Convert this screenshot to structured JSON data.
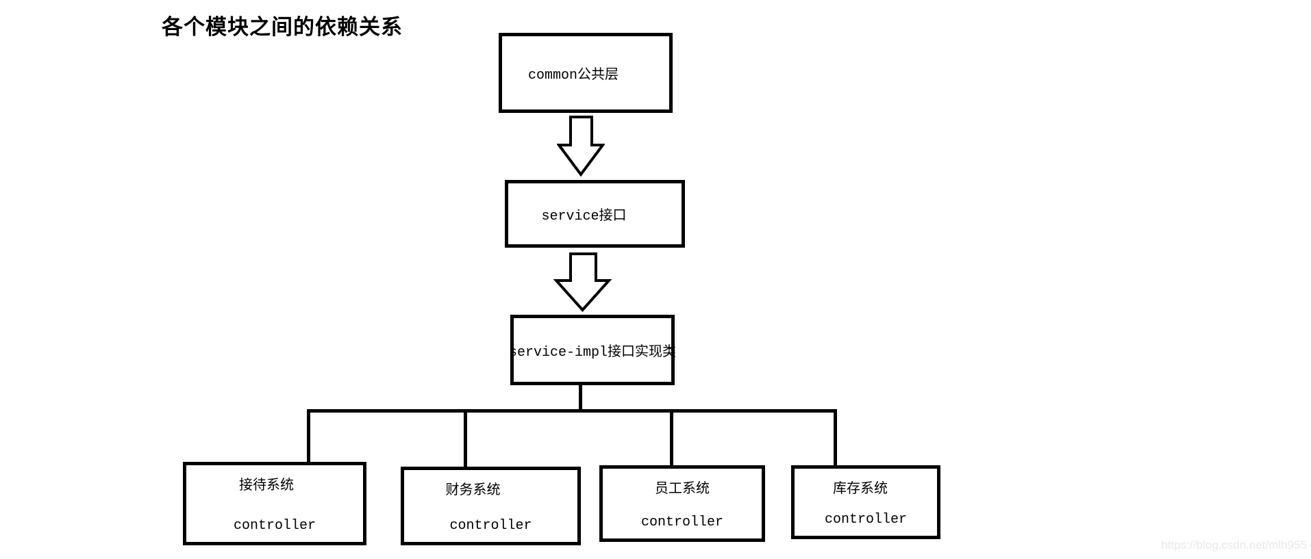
{
  "title": "各个模块之间的依赖关系",
  "diagram": {
    "type": "module-dependency-flowchart",
    "nodes": {
      "common": {
        "label": "common公共层"
      },
      "service": {
        "label": "service接口"
      },
      "service_impl": {
        "label": "service-impl接口实现类"
      },
      "reception": {
        "label": "接待系统",
        "sublabel": "controller"
      },
      "finance": {
        "label": "财务系统",
        "sublabel": "controller"
      },
      "employee": {
        "label": "员工系统",
        "sublabel": "controller"
      },
      "inventory": {
        "label": "库存系统",
        "sublabel": "controller"
      }
    },
    "edges": [
      {
        "from": "common",
        "to": "service",
        "style": "block-arrow-down"
      },
      {
        "from": "service",
        "to": "service_impl",
        "style": "block-arrow-down"
      },
      {
        "from": "service_impl",
        "to": "reception",
        "style": "elbow-line"
      },
      {
        "from": "service_impl",
        "to": "finance",
        "style": "elbow-line"
      },
      {
        "from": "service_impl",
        "to": "employee",
        "style": "elbow-line"
      },
      {
        "from": "service_impl",
        "to": "inventory",
        "style": "elbow-line"
      }
    ]
  },
  "watermark": {
    "text": "https://blog.csdn.net/mlh955"
  },
  "colors": {
    "line": "#000000",
    "background": "#ffffff",
    "watermark_text": "#e9e9ed"
  }
}
